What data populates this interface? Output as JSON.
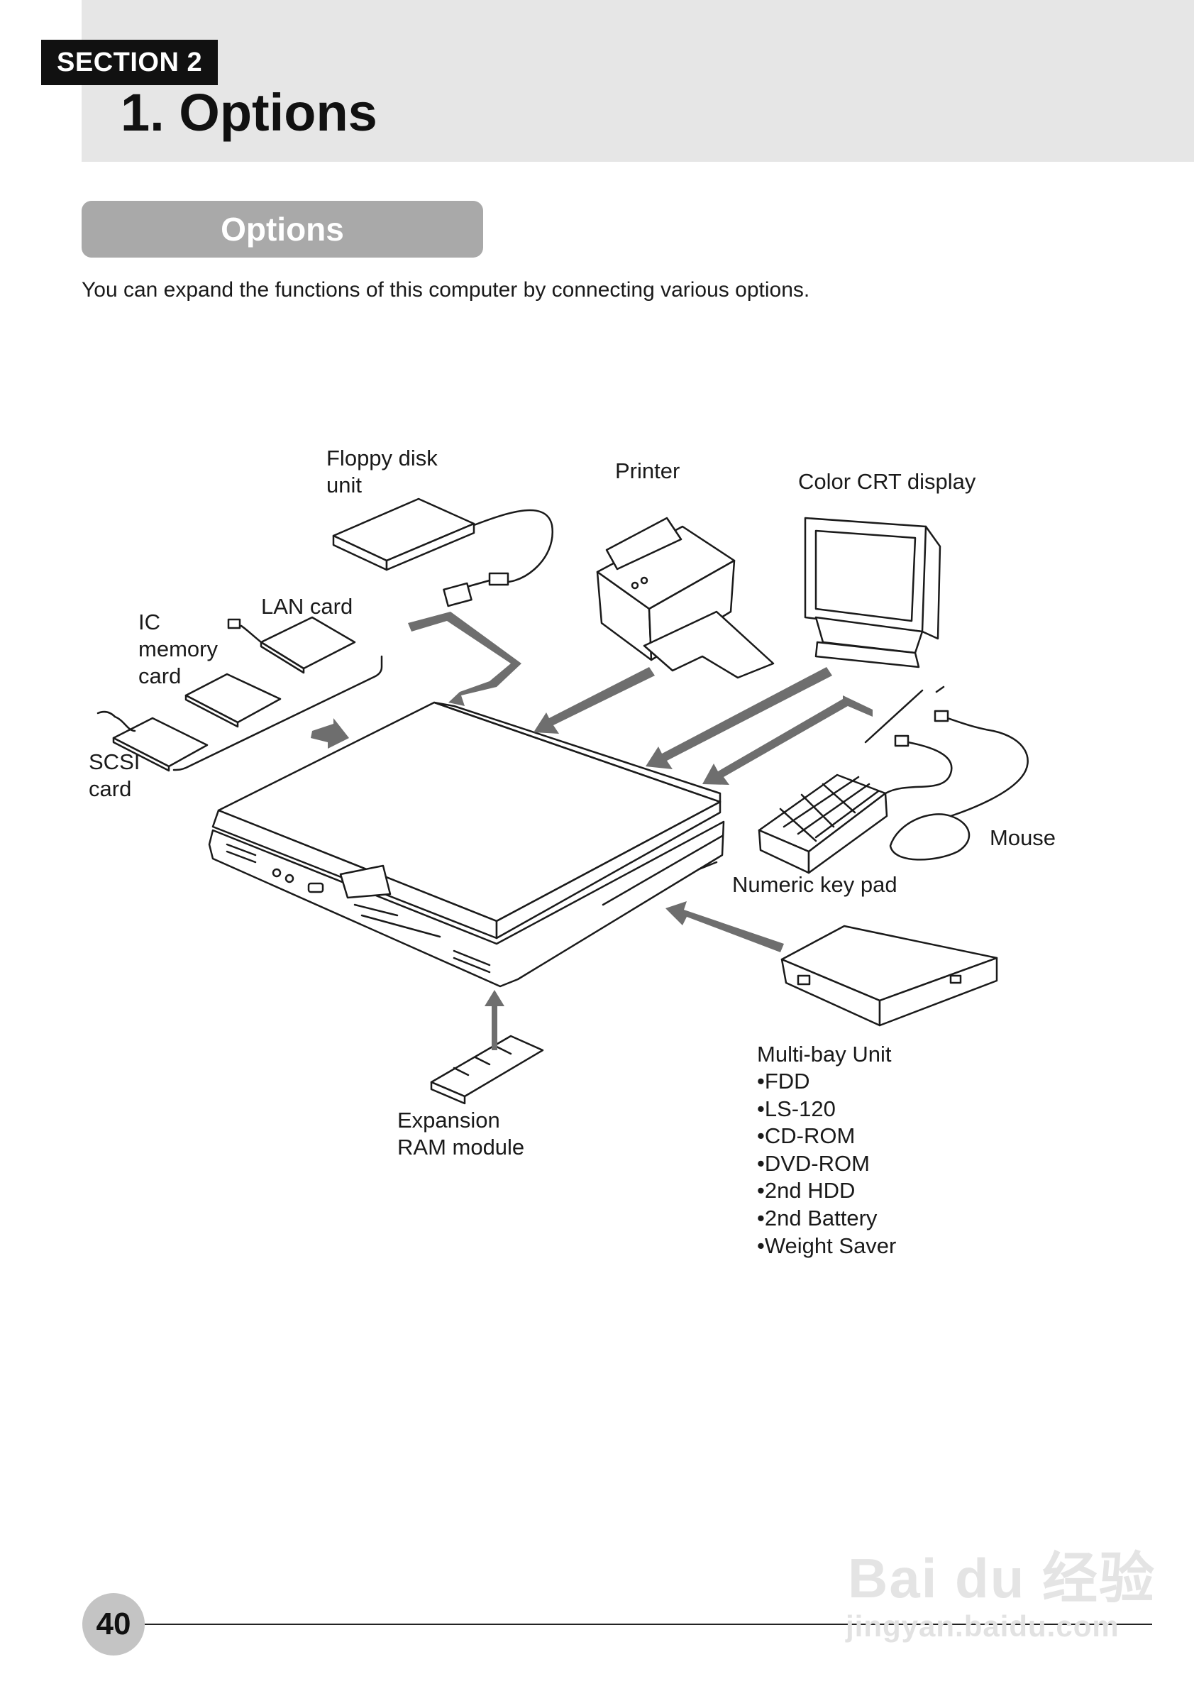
{
  "header": {
    "section_tag": "SECTION 2",
    "title": "1. Options"
  },
  "subsection": {
    "label": "Options"
  },
  "intro": "You can expand the functions of this computer by connecting various options.",
  "labels": {
    "floppy": "Floppy disk\nunit",
    "printer": "Printer",
    "crt": "Color CRT display",
    "lan": "LAN card",
    "ic_memory": "IC\nmemory\ncard",
    "scsi": "SCSI\ncard",
    "mouse": "Mouse",
    "numeric_keypad": "Numeric key pad",
    "multibay_title": "Multi-bay Unit",
    "ram": "Expansion\nRAM module"
  },
  "multibay_items": [
    "FDD",
    "LS-120",
    "CD-ROM",
    "DVD-ROM",
    "2nd HDD",
    "2nd Battery",
    "Weight Saver"
  ],
  "footer": {
    "page_number": "40"
  },
  "watermark": {
    "brand": "Bai du 经验",
    "url": "jingyan.baidu.com"
  }
}
